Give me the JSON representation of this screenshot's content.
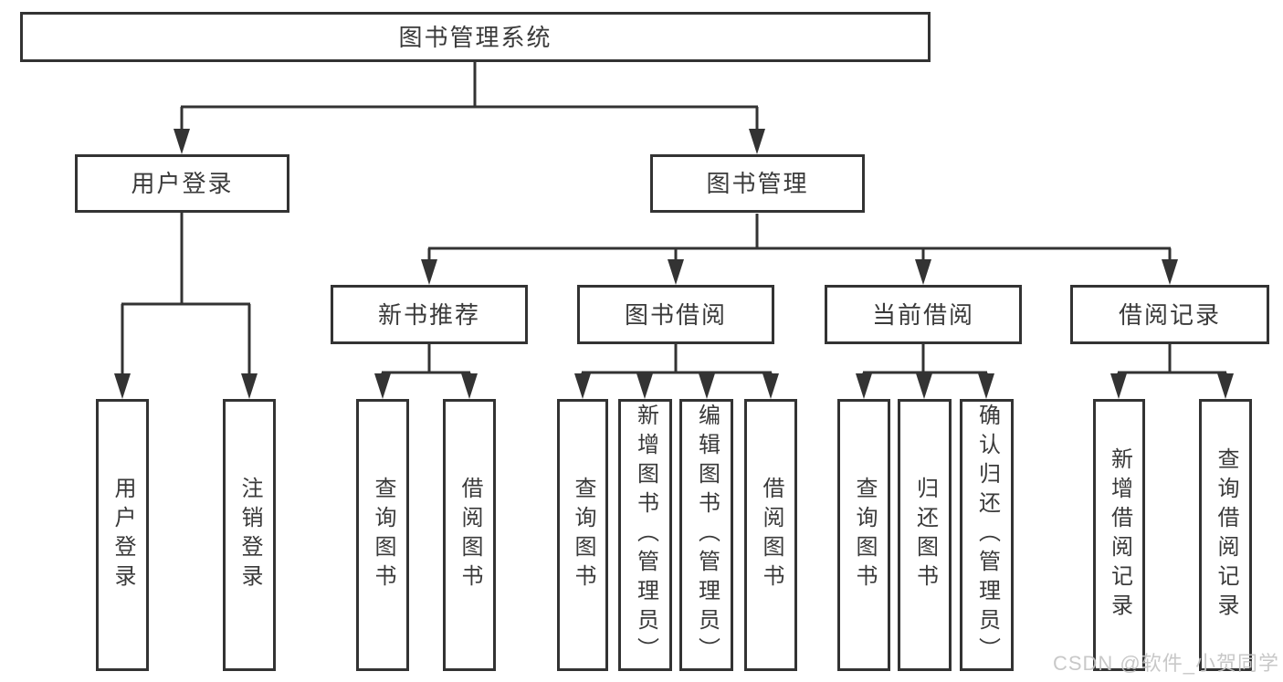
{
  "diagram": {
    "root": {
      "label": "图书管理系统"
    },
    "branches": [
      {
        "label": "用户登录",
        "children": [
          {
            "label": "用户登录"
          },
          {
            "label": "注销登录"
          }
        ]
      },
      {
        "label": "图书管理",
        "children": [
          {
            "label": "新书推荐",
            "children": [
              {
                "label": "查询图书"
              },
              {
                "label": "借阅图书"
              }
            ]
          },
          {
            "label": "图书借阅",
            "children": [
              {
                "label": "查询图书"
              },
              {
                "label": "新增图书（管理员）"
              },
              {
                "label": "编辑图书（管理员）"
              },
              {
                "label": "借阅图书"
              }
            ]
          },
          {
            "label": "当前借阅",
            "children": [
              {
                "label": "查询图书"
              },
              {
                "label": "归还图书"
              },
              {
                "label": "确认归还（管理员）"
              }
            ]
          },
          {
            "label": "借阅记录",
            "children": [
              {
                "label": "新增借阅记录"
              },
              {
                "label": "查询借阅记录"
              }
            ]
          }
        ]
      }
    ]
  },
  "watermark": "CSDN @软件_小贺同学",
  "colors": {
    "line": "#333333",
    "box_border": "#333333",
    "text": "#3a3a3a",
    "watermark": "#c4c4c4",
    "background": "#ffffff"
  }
}
